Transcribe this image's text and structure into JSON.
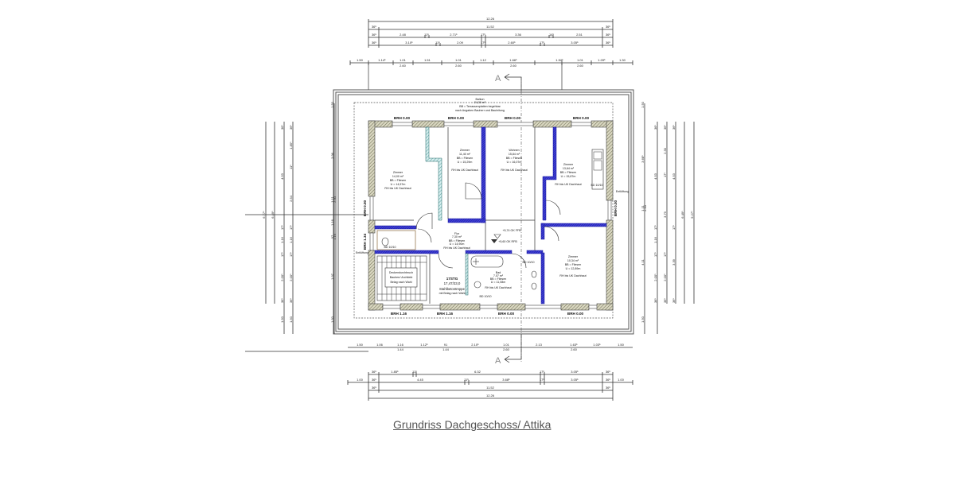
{
  "title": "Grundriss Dachgeschoss/ Attika",
  "section_marker": "A",
  "top_dimensions": {
    "row1": [
      "12.26"
    ],
    "row2": [
      "36⁵",
      "11.52",
      "36⁵"
    ],
    "row3": [
      "36⁵",
      "2.48",
      "11⁵",
      "2.71⁵",
      "17⁵",
      "3.36",
      "14⁵",
      "2.51",
      "36⁵"
    ],
    "row4": [
      "36⁵",
      "3.10⁵",
      "11⁵",
      "2.09",
      "17⁵",
      "2.60⁵",
      "17⁵",
      "3.05⁵",
      "36⁵"
    ],
    "row5": [
      "1.50",
      "1.14⁵",
      "1.01",
      "1.51",
      "1.01",
      "1.12",
      "1.66⁵",
      "1.52⁵",
      "1.01",
      "1.09⁵",
      "1.30"
    ],
    "row5_sub": [
      "2.60",
      "2.60",
      "2.60",
      "2.60"
    ]
  },
  "bottom_dimensions": {
    "row1": [
      "1.50",
      "1.06",
      "1.16",
      "1.12⁵",
      "91",
      "2.10⁵",
      "1.01",
      "2.13",
      "1.63⁵",
      "1.03⁵",
      "1.50"
    ],
    "row1_sub": [
      "1.44",
      "1.44",
      "2.60",
      "2.60"
    ],
    "row2": [
      "36⁵",
      "1.85⁵",
      "11⁵",
      "6.32",
      "17⁵",
      "3.05⁵",
      "36⁵"
    ],
    "row3": [
      "1.00",
      "36⁵",
      "4.45",
      "11⁵",
      "3.68⁵",
      "17⁵",
      "3.05⁵",
      "36⁵",
      "1.00"
    ],
    "row4": [
      "36⁵",
      "11.52",
      "36⁵"
    ],
    "row5": [
      "12.26"
    ]
  },
  "left_dimensions": {
    "outer": [
      "6.77⁵",
      "6.49⁵"
    ],
    "chain_a": [
      "36⁵",
      "4.53",
      "17⁵",
      "1.16",
      "17⁵",
      "2.00⁵",
      "36⁵",
      "1.50"
    ],
    "chain_b": [
      "36⁵",
      "1.85⁵",
      "11⁵",
      "2.54",
      "17⁵",
      "1.16",
      "17⁵",
      "2.00⁵",
      "36⁵",
      "1.50"
    ],
    "inner": [
      "1.50",
      "3.96",
      "1.11",
      "2.60",
      "1.16",
      "97",
      "1.16",
      "1.97",
      "1.50"
    ]
  },
  "right_dimensions": {
    "outer": [
      "9.27⁵",
      "6.49⁵"
    ],
    "chain_a": [
      "36⁵",
      "4.53",
      "17⁵",
      "1.16",
      "17⁵",
      "2.00⁵",
      "36⁵"
    ],
    "chain_b": [
      "36⁵",
      "2.30",
      "17⁵",
      "3.79",
      "17⁵",
      "2.00⁵",
      "36⁵"
    ],
    "chain_c": [
      "36⁵",
      "4.53",
      "17⁵",
      "3.39",
      "36⁵"
    ],
    "inner": [
      "1.50",
      "3.68⁵",
      "1.11",
      "2.60",
      "4.11",
      "1.50"
    ]
  },
  "balcony": {
    "label": "Balkon",
    "area": "24,30 m²",
    "floor": "BB = Terrassenplatten begehbar",
    "note": "nach Angaben Bauherr und Bauleitung"
  },
  "brh_labels": {
    "top": [
      "BRH 0.00",
      "BRH 0.00",
      "BRH 0.00",
      "BRH 0.00"
    ],
    "bottom": [
      "BRH 1.16",
      "BRH 1.16",
      "BRH 0.00",
      "BRH 0.00"
    ],
    "left": [
      "BRH 0.00",
      "BRH 1.34"
    ],
    "right": [
      "BRH 0.00"
    ]
  },
  "rooms": [
    {
      "name": "Zimmer",
      "area": "14,00 m²",
      "floor": "BB = Fliesen",
      "perimeter": "U = 14,57m",
      "note": "RH bis UK Dachhaut"
    },
    {
      "name": "Zimmer",
      "area": "11,40 m²",
      "floor": "BB = Fliesen",
      "perimeter": "U = 15,29m",
      "note": "RH bis UK Dachhaut"
    },
    {
      "name": "Wohnen",
      "area": "15,84 m²",
      "floor": "BB = Fliesen",
      "perimeter": "U = 16,07m",
      "note": "RH bis UK Dachhaut"
    },
    {
      "name": "Zimmer",
      "area": "13,64 m²",
      "floor": "BB = Fliesen",
      "perimeter": "U = 15,87m",
      "note": "RH bis UK Dachhaut"
    },
    {
      "name": "Flur",
      "area": "7,30 m²",
      "floor": "BB = Fliesen",
      "perimeter": "U = 14,90m",
      "note": "RH bis UK Dachhaut"
    },
    {
      "name": "Zimmer",
      "area": "10,34 m²",
      "floor": "BB = Fliesen",
      "perimeter": "U = 12,89m",
      "note": "RH bis UK Dachhaut"
    },
    {
      "name": "Bad",
      "area": "7,07 m²",
      "floor": "BB = Fliesen",
      "perimeter": "U = 11,08m",
      "note": "RH bis UK Dachhaut"
    }
  ],
  "stair": {
    "label": "17STG",
    "ratio": "17,47/23,0",
    "type": "Stahlbetontreppe",
    "note": "mit Belag nach Wahl",
    "landing": [
      "Deckendurchbruch",
      "Bauherr/ Architekt",
      "Belag nach Wahl"
    ]
  },
  "levels": [
    "+5,74 OK FFB",
    "+5,60 OK RFB"
  ],
  "openings": [
    "BD 10/10",
    "BD 10/10",
    "BD 10/10",
    "BD 10/10",
    "BD 10/10"
  ],
  "entry_label": "Entlüftung",
  "wc_label": "WC",
  "kitchen_label": "Küche",
  "colors": {
    "wall_hatch": "#8a8a6a",
    "drywall_blue": "#2020b0",
    "drywall_teal": "#3a8a8a",
    "line": "#333333",
    "title": "#555555"
  }
}
